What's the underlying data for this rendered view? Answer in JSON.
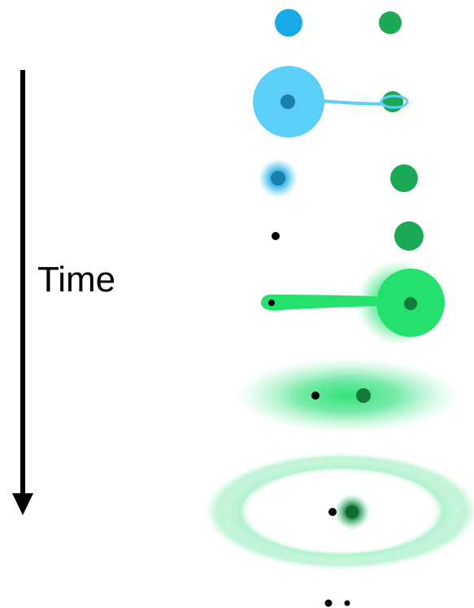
{
  "axis": {
    "label": "Time",
    "arrow_direction": "down"
  },
  "colors": {
    "star_blue": "#1aa9e8",
    "giant_blue": "#5ccff8",
    "core_blue": "#1b7fae",
    "star_green": "#1ba955",
    "giant_green": "#24e06c",
    "core_green": "#127a3c",
    "remnant": "#000000",
    "arrow": "#000000"
  },
  "stages": [
    "main-sequence-pair",
    "blue-giant-mass-transfer",
    "blue-core-remnant",
    "compact-remnant-and-green-star",
    "green-giant-mass-transfer",
    "common-envelope",
    "envelope-ejection-ring",
    "compact-binary"
  ]
}
